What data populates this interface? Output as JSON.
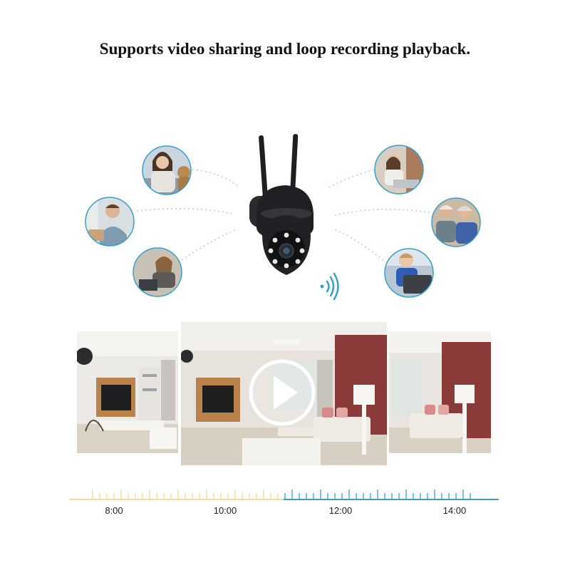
{
  "headline": "Supports video sharing and loop recording playback.",
  "timeline": {
    "labels": [
      "8:00",
      "10:00",
      "12:00",
      "14:00"
    ],
    "recorded_color": "#f0dc9a",
    "live_color": "#3aa0c8"
  },
  "colors": {
    "accent": "#3aa0c8",
    "camera_body": "#1e1f22",
    "wall_red": "#8c3b3b"
  },
  "icons": {
    "play": "play-icon",
    "wifi": "wifi-signal-icon"
  }
}
